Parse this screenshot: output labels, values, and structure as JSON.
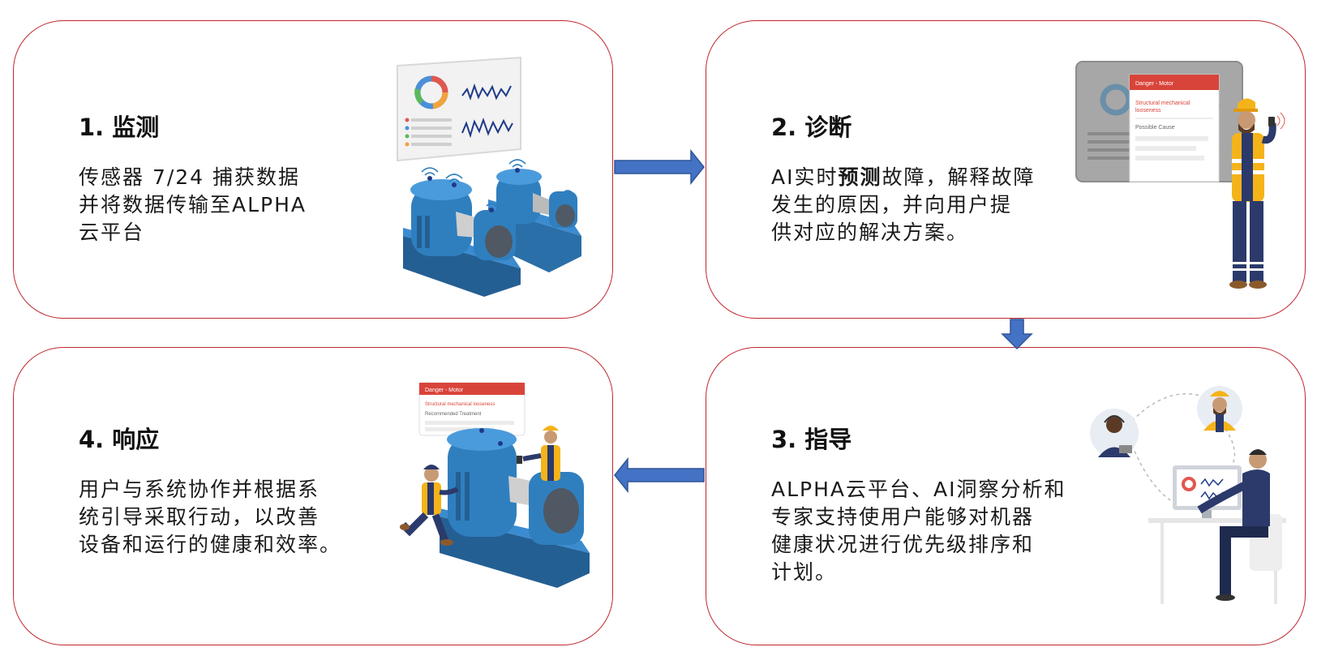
{
  "steps": [
    {
      "title": "1. 监测",
      "lines": [
        "传感器 7/24 捕获数据",
        "并将数据传输至ALPHA",
        "云平台"
      ]
    },
    {
      "title": "2. 诊断",
      "line1_pre": "AI实时",
      "line1_bold": "预测",
      "line1_post": "故障，解释故障",
      "lines_rest": [
        "发生的原因，并向用户提",
        "供对应的解决方案。"
      ]
    },
    {
      "title": "3. 指导",
      "lines": [
        "ALPHA云平台、AI洞察分析和",
        "专家支持使用户能够对机器",
        "健康状况进行优先级排序和",
        "计划。"
      ]
    },
    {
      "title": "4. 响应",
      "lines": [
        "用户与系统协作并根据系",
        "统引导采取行动，以改善",
        "设备和运行的健康和效率。"
      ]
    }
  ],
  "alert_card": {
    "header": "Danger - Motor",
    "issue": "Structural mechanical looseness",
    "issue_line1": "Structural mechanical",
    "issue_line2": "looseness",
    "cause_label": "Possible Cause",
    "treatment_label": "Recommended Treatment"
  },
  "colors": {
    "card_border": "#c0272d",
    "arrow": "#4472c4",
    "machine_blue": "#2f7fbf",
    "alert_red": "#d9443a",
    "safety_yellow": "#f5b31a"
  }
}
